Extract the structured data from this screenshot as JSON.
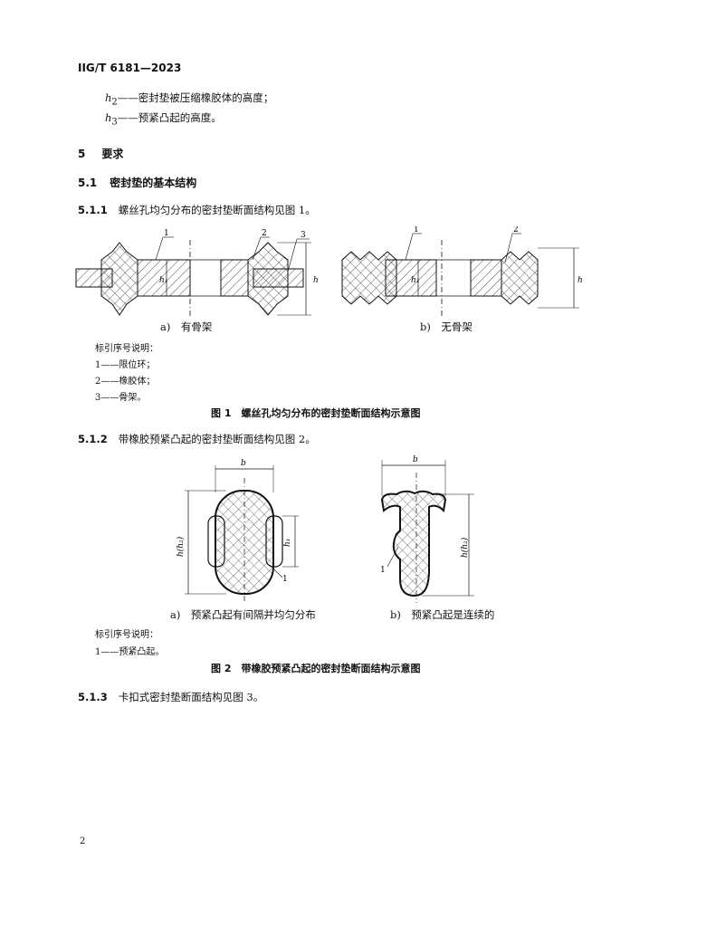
{
  "header": {
    "standard": "IIG/T 6181—2023"
  },
  "defs": [
    {
      "sym": "h",
      "sub": "2",
      "text": "——密封垫被压缩橡胶体的高度；"
    },
    {
      "sym": "h",
      "sub": "3",
      "text": "——预紧凸起的高度。"
    }
  ],
  "sections": {
    "s5": {
      "num": "5",
      "title": "要求"
    },
    "s51": {
      "num": "5.1",
      "title": "密封垫的基本结构"
    },
    "s511": {
      "num": "5.1.1",
      "text": "螺丝孔均匀分布的密封垫断面结构见图 1。"
    },
    "s512": {
      "num": "5.1.2",
      "text": "带橡胶预紧凸起的密封垫断面结构见图 2。"
    },
    "s513": {
      "num": "5.1.3",
      "text": "卡扣式密封垫断面结构见图 3。"
    }
  },
  "figure1": {
    "callouts": [
      "1",
      "2",
      "3",
      "1",
      "2"
    ],
    "dims": {
      "h1": "h₁",
      "h": "h"
    },
    "sub_a": "a)　有骨架",
    "sub_b": "b)　无骨架",
    "legend_title": "标引序号说明：",
    "legend": [
      "1——限位环；",
      "2——橡胶体；",
      "3——骨架。"
    ],
    "caption": "图 1　螺丝孔均匀分布的密封垫断面结构示意图"
  },
  "figure2": {
    "dims": {
      "b": "b",
      "hh2": "h(h₂)",
      "h1": "h₁"
    },
    "callouts": [
      "1",
      "1"
    ],
    "sub_a": "a)　预紧凸起有间隔并均匀分布",
    "sub_b": "b)　预紧凸起是连续的",
    "legend_title": "标引序号说明：",
    "legend": [
      "1——预紧凸起。"
    ],
    "caption": "图 2　带橡胶预紧凸起的密封垫断面结构示意图"
  },
  "page_number": "2"
}
